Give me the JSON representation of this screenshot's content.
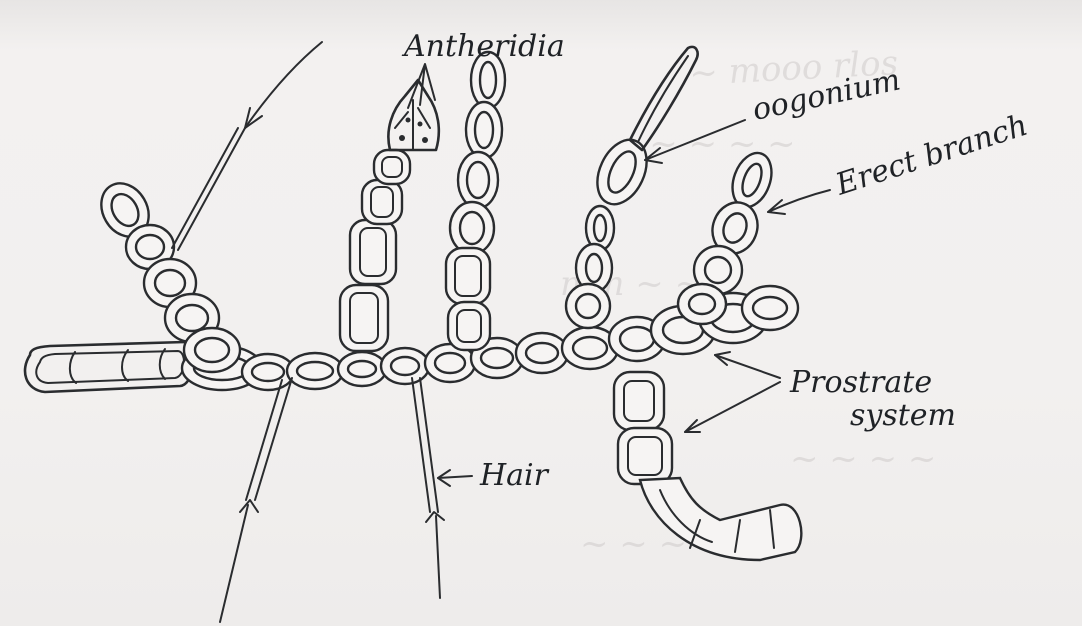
{
  "diagram": {
    "labels": {
      "antheridia": "Antheridia",
      "oogonium": "oogonium",
      "erect_branch": "Erect branch",
      "prostrate_system": "Prostrate system",
      "prostrate_line1": "Prostrate",
      "prostrate_line2": "system",
      "hair": "Hair"
    },
    "ink_color": "#2a2c2f",
    "paper_color": "#f1efee"
  }
}
